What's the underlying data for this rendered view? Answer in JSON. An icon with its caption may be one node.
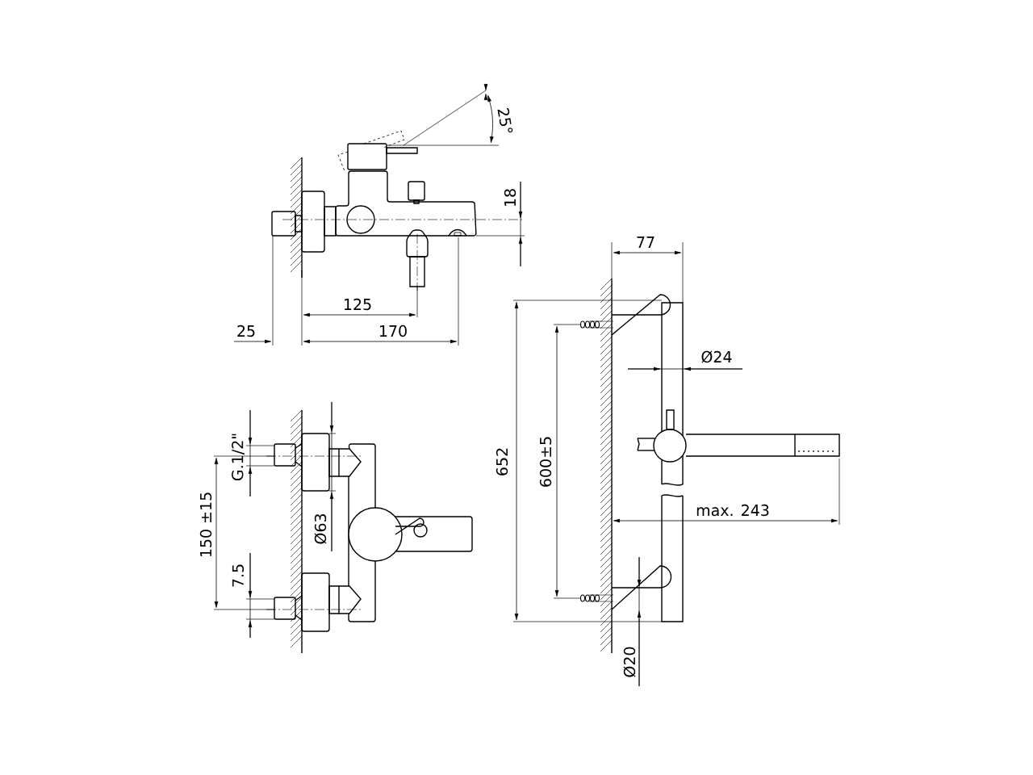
{
  "diagram": {
    "labels": [
      "25°",
      "18",
      "77",
      "125",
      "25",
      "170",
      "Ø24",
      "G.1/2\"",
      "652",
      "600±5",
      "max. 243",
      "150 ±15",
      "Ø63",
      "7.5",
      "Ø20"
    ]
  }
}
